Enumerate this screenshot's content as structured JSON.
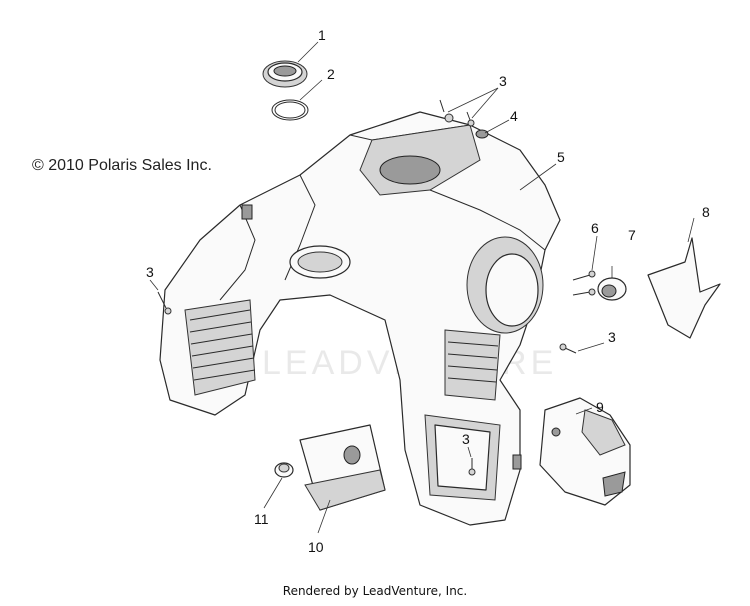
{
  "copyright": "© 2010 Polaris Sales Inc.",
  "rendered_by": "Rendered by LeadVenture, Inc.",
  "watermark": "LEADVENTURE",
  "callouts": [
    "1",
    "2",
    "3",
    "4",
    "5",
    "6",
    "7",
    "8",
    "3",
    "3",
    "9",
    "3",
    "11",
    "10"
  ]
}
